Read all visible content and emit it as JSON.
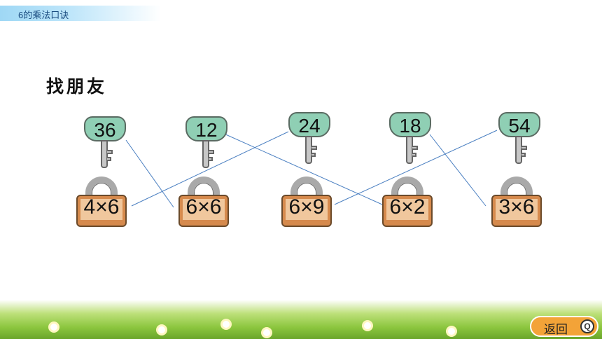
{
  "header": {
    "title": "6的乘法口诀"
  },
  "prompt": "找朋友",
  "keys": [
    {
      "value": "36"
    },
    {
      "value": "12"
    },
    {
      "value": "24"
    },
    {
      "value": "18"
    },
    {
      "value": "54"
    }
  ],
  "locks": [
    {
      "expression": "4×6"
    },
    {
      "expression": "6×6"
    },
    {
      "expression": "6×9"
    },
    {
      "expression": "6×2"
    },
    {
      "expression": "3×6"
    }
  ],
  "matches": [
    {
      "key": "36",
      "lock": "6×6"
    },
    {
      "key": "12",
      "lock": "6×2"
    },
    {
      "key": "24",
      "lock": "4×6"
    },
    {
      "key": "18",
      "lock": "3×6"
    },
    {
      "key": "54",
      "lock": "6×9"
    }
  ],
  "footer": {
    "back_label": "返回",
    "back_icon": "q-icon"
  },
  "colors": {
    "key_head": "#8fcfb4",
    "lock_body": "#d68a4d",
    "line": "#4a7fc1",
    "button": "#f3a338"
  }
}
